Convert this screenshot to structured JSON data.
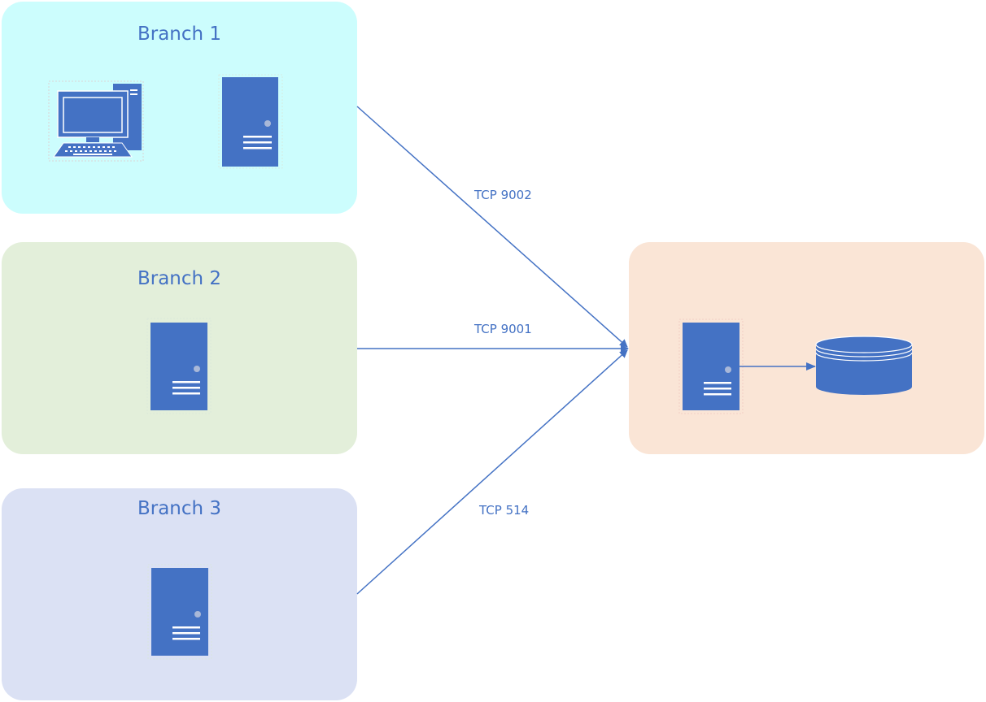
{
  "branches": [
    {
      "id": "branch1",
      "title": "Branch 1",
      "devices": [
        "desktop-computer",
        "server"
      ]
    },
    {
      "id": "branch2",
      "title": "Branch 2",
      "devices": [
        "server"
      ]
    },
    {
      "id": "branch3",
      "title": "Branch 3",
      "devices": [
        "server"
      ]
    }
  ],
  "central": {
    "devices": [
      "server",
      "database"
    ]
  },
  "connections": [
    {
      "from": "Branch 1",
      "label": "TCP 9002"
    },
    {
      "from": "Branch 2",
      "label": "TCP 9001"
    },
    {
      "from": "Branch 3",
      "label": "TCP 514"
    }
  ],
  "colors": {
    "accent": "#4472c4",
    "branch1_bg": "#ccfdfd",
    "branch2_bg": "#e3efda",
    "branch3_bg": "#dbe1f4",
    "central_bg": "#fae5d6"
  },
  "icons": [
    "desktop-computer-icon",
    "server-icon",
    "database-icon"
  ]
}
